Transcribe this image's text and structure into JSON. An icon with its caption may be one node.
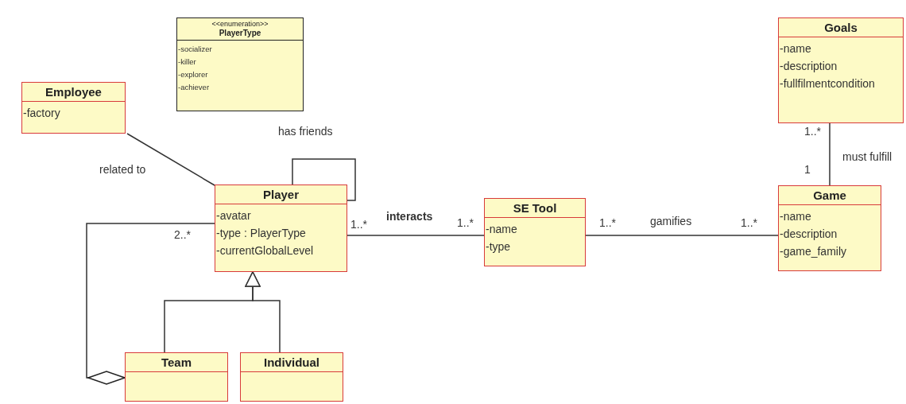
{
  "diagram": {
    "nodes": [
      {
        "text": [
          "<<enumeration>>",
          "PlayerType",
          "-socializer",
          "-killer",
          "-explorer",
          "-achiever"
        ]
      },
      {
        "text": [
          "Employee",
          "-factory"
        ]
      },
      {
        "text": [
          "Goals",
          "-name",
          "-description",
          "-fullfilmentcondition"
        ]
      },
      {
        "text": [
          "Player",
          "-avatar",
          "-type : PlayerType",
          "-currentGlobalLevel"
        ]
      },
      {
        "text": [
          "SE Tool",
          "-name",
          "-type"
        ]
      },
      {
        "text": [
          "Game",
          "-name",
          "-description",
          "-game_family"
        ]
      },
      {
        "text": [
          "Team"
        ]
      },
      {
        "text": [
          "Individual"
        ]
      }
    ],
    "edges": [
      {
        "from": 1,
        "to": 3,
        "arrow": "none",
        "label": "related to"
      },
      {
        "from": 3,
        "to": 3,
        "arrow": "none",
        "label": "has friends"
      },
      {
        "from": 3,
        "to": 4,
        "arrow": "none",
        "label": "interacts"
      },
      {
        "from": 4,
        "to": 5,
        "arrow": "none",
        "label": "gamifies"
      },
      {
        "from": 2,
        "to": 5,
        "arrow": "none",
        "label": "must fulfill"
      },
      {
        "from": 6,
        "to": 3,
        "arrow": "to"
      },
      {
        "from": 7,
        "to": 3,
        "arrow": "to"
      },
      {
        "from": 6,
        "to": 3,
        "arrow": "other"
      }
    ],
    "labels": [
      "1..*",
      "1",
      "1..*",
      "1..*",
      "1..*",
      "1..*",
      "2..*"
    ]
  }
}
